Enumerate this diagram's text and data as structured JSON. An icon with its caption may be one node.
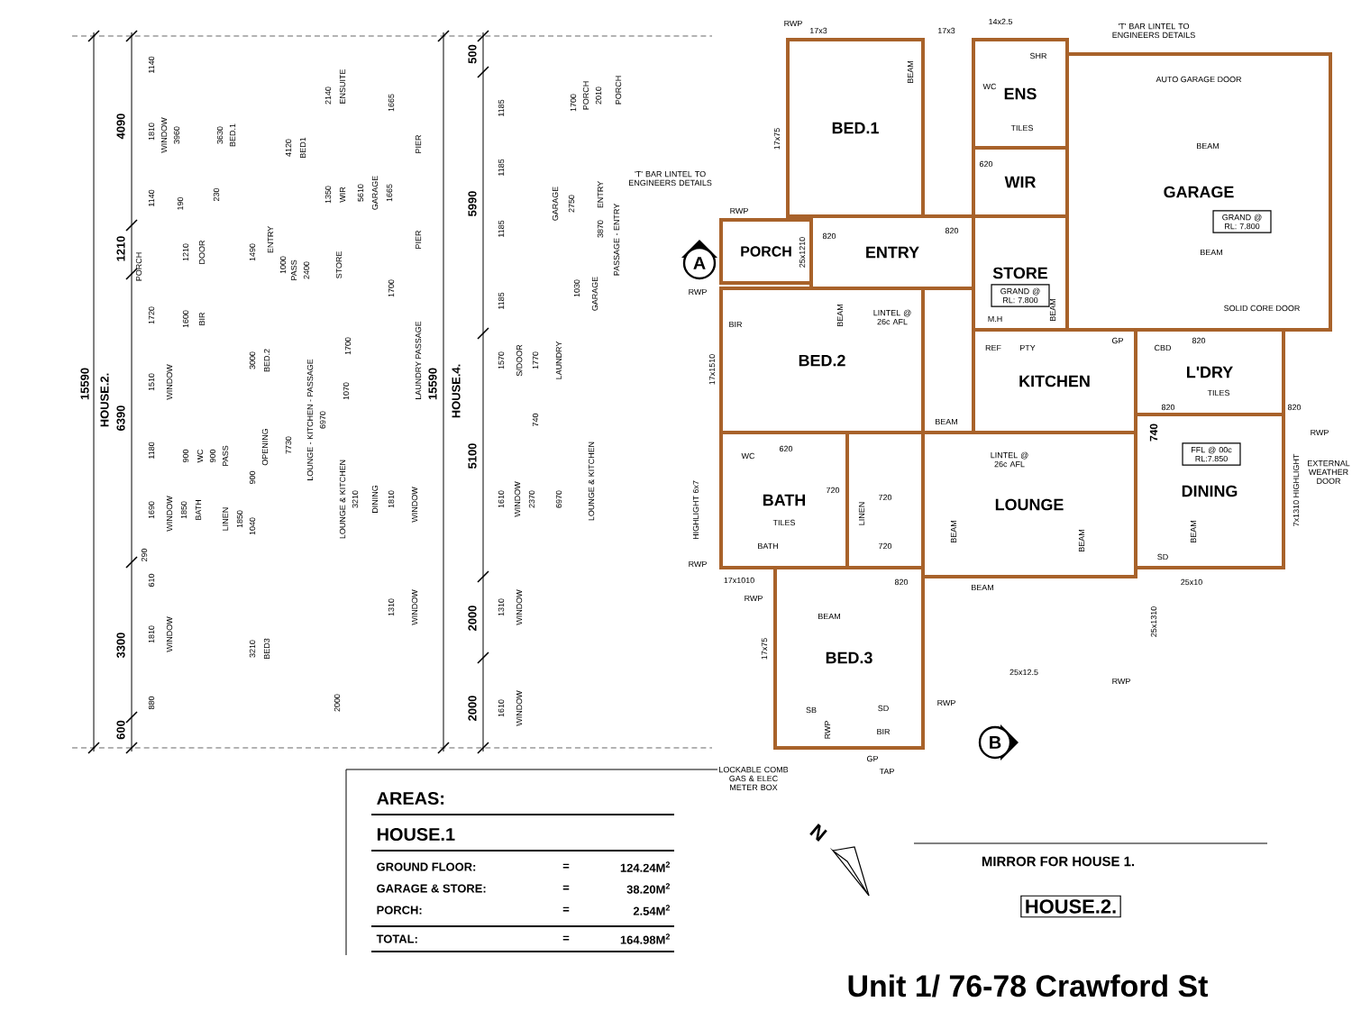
{
  "diagram": {
    "nodes": [
      {
        "text": [
          "BED.1"
        ]
      },
      {
        "text": [
          "ENS"
        ]
      },
      {
        "text": [
          "WIR"
        ]
      },
      {
        "text": [
          "GARAGE"
        ]
      },
      {
        "text": [
          "PORCH"
        ]
      },
      {
        "text": [
          "ENTRY"
        ]
      },
      {
        "text": [
          "STORE"
        ]
      },
      {
        "text": [
          "BED.2"
        ]
      },
      {
        "text": [
          "KITCHEN"
        ]
      },
      {
        "text": [
          "L'DRY"
        ]
      },
      {
        "text": [
          "BATH"
        ]
      },
      {
        "text": [
          "LOUNGE"
        ]
      },
      {
        "text": [
          "DINING"
        ]
      },
      {
        "text": [
          "BED.3"
        ]
      }
    ],
    "labels": [
      "15590",
      "HOUSE.2.",
      "6390",
      "600",
      "3300",
      "1210",
      "4090",
      "880",
      "1810",
      "610",
      "290",
      "1690",
      "1180",
      "1510",
      "1720",
      "PORCH",
      "1140",
      "1810",
      "1140",
      "WINDOW",
      "WINDOW",
      "WINDOW",
      "WINDOW",
      "3960",
      "1850",
      "1600",
      "1210",
      "190",
      "BATH",
      "WC",
      "BIR",
      "DOOR",
      "900",
      "900",
      "PASS",
      "LINEN",
      "1850",
      "3630",
      "BED.1",
      "230",
      "1040",
      "900",
      "OPENING",
      "3210",
      "BED3",
      "3000",
      "BED.2",
      "1490",
      "ENTRY",
      "1000",
      "PASS",
      "2400",
      "4120",
      "BED1",
      "7730",
      "LOUNGE - KITCHEN - PASSAGE",
      "6970",
      "LOUNGE & KITCHEN",
      "3210",
      "2000",
      "2140",
      "ENSUITE",
      "1350",
      "WIR",
      "STORE",
      "1700",
      "1070",
      "5610",
      "1665",
      "GARAGE",
      "1665",
      "PIER",
      "PIER",
      "1700",
      "LAUNDRY PASSAGE",
      "15590",
      "HOUSE.4.",
      "5990",
      "500",
      "5100",
      "2000",
      "2000",
      "DINING",
      "1810",
      "WINDOW",
      "1310",
      "WINDOW",
      "1185",
      "1185",
      "1185",
      "1185",
      "1570",
      "S/DOOR",
      "1770",
      "740",
      "1610",
      "WINDOW",
      "2370",
      "1310",
      "WINDOW",
      "1610",
      "WINDOW",
      "LAUNDRY",
      "6970",
      "LOUNGE & KITCHEN",
      "GARAGE",
      "2750",
      "1700",
      "PORCH",
      "2010",
      "PORCH",
      "1030",
      "GARAGE",
      "3870",
      "ENTRY",
      "PASSAGE - ENTRY",
      "'T' BAR LINTEL TO ENGINEERS DETAILS",
      "'T' BAR LINTEL TO ENGINEERS DETAILS",
      "AUTO GARAGE DOOR",
      "BEAM",
      "GRAND @ RL: 7.800",
      "BEAM",
      "SOLID CORE DOOR",
      "GRAND @ RL: 7.800",
      "TILES",
      "BEAM",
      "RWP",
      "17x3",
      "17x3",
      "17x75",
      "14x2.5",
      "SHR",
      "WC",
      "620",
      "820",
      "820",
      "25x1210",
      "RWP",
      "LINTEL @ 26c AFL",
      "BIR",
      "BEAM",
      "M.H",
      "BEAM",
      "REF",
      "PTY",
      "GP",
      "CBD",
      "820",
      "TILES",
      "820",
      "820",
      "740",
      "BEAM",
      "RWP",
      "EXTERNAL WEATHER DOOR",
      "LINTEL @ 26c AFL",
      "FFL @ 00c RL:7.850",
      "BEAM",
      "BEAM",
      "BEAM",
      "7x1310 HIGHLIGHT",
      "SD",
      "25x10",
      "BEAM",
      "WC",
      "620",
      "720",
      "LINEN",
      "720",
      "720",
      "820",
      "TILES",
      "BATH",
      "RWP",
      "BEAM",
      "17x75",
      "SD",
      "BIR",
      "SB",
      "RWP",
      "RWP",
      "GP",
      "TAP",
      "LOCKABLE COMB GAS & ELEC METER BOX",
      "25x12.5",
      "RWP",
      "25x1310",
      "17x1510",
      "HIGHLIGHT 6x7",
      "RWP",
      "RWP",
      "17x1010",
      "AREAS:",
      "HOUSE.1",
      "GROUND FLOOR:",
      "=",
      "124.24M$^{2}$",
      "GARAGE & STORE:",
      "=",
      "38.20M$^{2}$",
      "PORCH:",
      "=",
      "2.54M$^{2}$",
      "TOTAL:",
      "=",
      "164.98M$^{2}$",
      "N",
      "MIRROR FOR HOUSE 1.",
      "HOUSE.2.",
      "Unit 1/ 76-78 Crawford St",
      "A",
      "B"
    ]
  }
}
